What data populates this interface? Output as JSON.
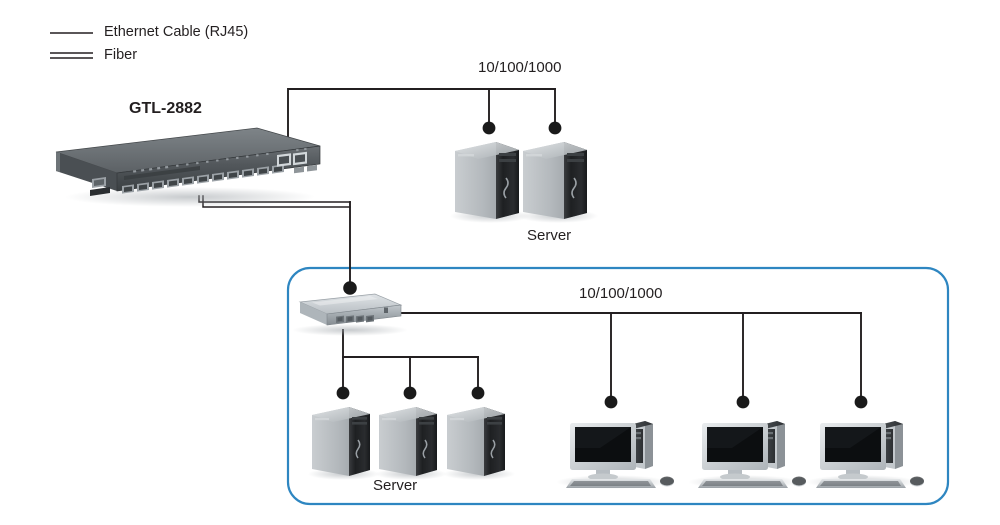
{
  "diagram": {
    "title": "GTL-2882 network topology",
    "background": "#ffffff",
    "zone_border_color": "#2e86c1",
    "line_color": "#231f20"
  },
  "legend": {
    "items": [
      {
        "id": "ethernet",
        "label": "Ethernet Cable (RJ45)",
        "style": "single-line"
      },
      {
        "id": "fiber",
        "label": "Fiber",
        "style": "double-line"
      }
    ]
  },
  "devices": {
    "core_switch": {
      "name": "GTL-2882",
      "label": "GTL-2882",
      "type": "rack-switch"
    },
    "edge_switch": {
      "name": "edge-switch",
      "label": "",
      "type": "desktop-switch"
    },
    "top_servers": {
      "role_label": "Server",
      "count": 2,
      "link_label": "10/100/1000"
    },
    "bottom_servers": {
      "role_label": "Server",
      "count": 3
    },
    "workstations": {
      "count": 3,
      "link_label": "10/100/1000"
    }
  },
  "links": {
    "core_to_top_servers": {
      "media": "Ethernet Cable (RJ45)",
      "speed": "10/100/1000"
    },
    "core_to_edge_switch": {
      "media": "Fiber",
      "speed": ""
    },
    "edge_to_bottom_servers": {
      "media": "Ethernet Cable (RJ45)",
      "speed": ""
    },
    "edge_to_workstations": {
      "media": "Ethernet Cable (RJ45)",
      "speed": "10/100/1000"
    }
  }
}
